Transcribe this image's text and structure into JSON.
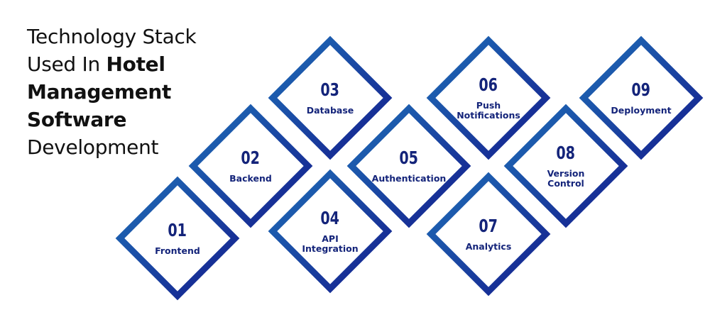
{
  "title": {
    "line1": "Technology Stack",
    "line2_regular": "Used In ",
    "line2_bold": "Hotel",
    "line3": "Management",
    "line4": "Software",
    "line5": "Development"
  },
  "colors": {
    "gradient_start": "#1f6fb8",
    "gradient_end": "#141c8c",
    "text": "#14247a"
  },
  "steps": [
    {
      "number": "01",
      "label": "Frontend"
    },
    {
      "number": "02",
      "label": "Backend"
    },
    {
      "number": "03",
      "label": "Database"
    },
    {
      "number": "04",
      "label": "API\nIntegration"
    },
    {
      "number": "05",
      "label": "Authentication"
    },
    {
      "number": "06",
      "label": "Push\nNotifications"
    },
    {
      "number": "07",
      "label": "Analytics"
    },
    {
      "number": "08",
      "label": "Version\nControl"
    },
    {
      "number": "09",
      "label": "Deployment"
    }
  ]
}
